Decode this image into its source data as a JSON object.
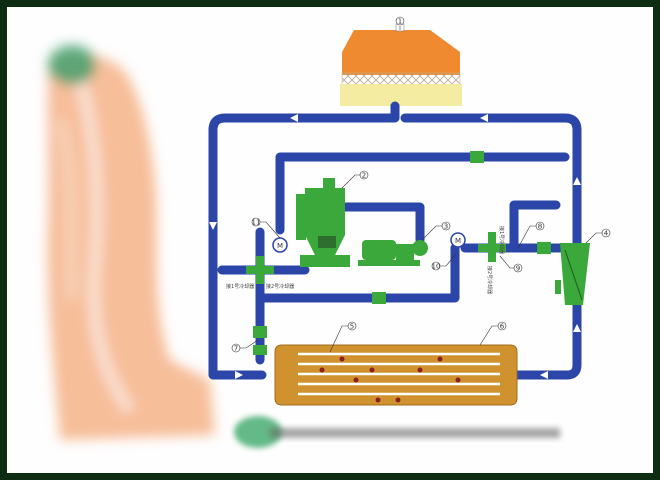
{
  "diagram": {
    "callouts": {
      "c1": "1",
      "c2": "2",
      "c3": "3",
      "c4": "4",
      "c5": "5",
      "c6": "6",
      "c7": "7",
      "c8": "8",
      "c9": "9",
      "c10": "10",
      "c11": "11"
    },
    "valve_labels": {
      "left_a": "接1号冷却器",
      "left_b": "接2号冷却器",
      "right_a": "接1号冷却器",
      "right_b": "接2号冷却器"
    },
    "motor_label": "M",
    "colors": {
      "pipe": "#2b45a8",
      "equipment": "#3aa83a",
      "tower_fill": "#f08a30",
      "tower_base": "#f4eca0",
      "condenser": "#d0922e",
      "frame": "#0e2c12"
    }
  }
}
